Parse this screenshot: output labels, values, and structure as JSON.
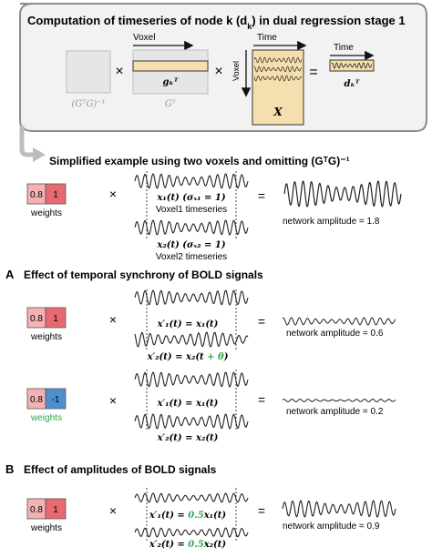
{
  "top_panel": {
    "title": "Computation of timeseries of node k (d",
    "title_sub": "k",
    "title_end": ") in dual regression stage 1",
    "voxel_label": "Voxel",
    "time_label": "Time",
    "time_label_2": "Time",
    "voxel_vertical_label": "Voxel",
    "gtg_inv_label": "(GᵀG)⁻¹",
    "gt_label": "Gᵀ",
    "gkt_label": "gₖᵀ",
    "x_label": "X",
    "dkt_label": "dₖᵀ",
    "times_symbol": "×",
    "equals_symbol": "="
  },
  "simplified": {
    "title": "Simplified example using two voxels and omitting (GᵀG)⁻¹",
    "weights": [
      "0.8",
      "1"
    ],
    "weights_label": "weights",
    "x1_label": "x₁(t) (σₓ₁ = 1)",
    "x1_caption": "Voxel1 timeseries",
    "x2_label": "x₂(t) (σₓ₂ = 1)",
    "x2_caption": "Voxel2 timeseries",
    "result": "network amplitude = 1.8"
  },
  "section_a": {
    "letter": "A",
    "title": "Effect of temporal synchrony of BOLD signals",
    "case1": {
      "weights": [
        "0.8",
        "1"
      ],
      "weights_label": "weights",
      "x1_label": "x′₁(t) = x₁(t)",
      "x2_label_pre": "x′₂(t) = x₂(t ",
      "x2_label_green": "+ θ",
      "x2_label_post": ")",
      "result": "network amplitude = 0.6"
    },
    "case2": {
      "weights": [
        "0.8",
        "-1"
      ],
      "weights_label": "weights",
      "x1_label": "x′₁(t) = x₁(t)",
      "x2_label": "x′₂(t) = x₂(t)",
      "result": "network amplitude = 0.2"
    }
  },
  "section_b": {
    "letter": "B",
    "title": "Effect of amplitudes of BOLD signals",
    "weights": [
      "0.8",
      "1"
    ],
    "weights_label": "weights",
    "x1_label_pre": "x′₁(t) = ",
    "x1_label_green": "0.5",
    "x1_label_post": "x₁(t)",
    "x2_label_pre": "x′₂(t) = ",
    "x2_label_green": "0.5",
    "x2_label_post": "x₂(t)",
    "result": "network amplitude = 0.9"
  },
  "colors": {
    "weight_light": "#f3b2b4",
    "weight_dark": "#e86a70",
    "weight_blue": "#4f8fd0",
    "green_text": "#2ea84a",
    "panel_fill": "#f2f2f2",
    "panel_border": "#8c8c8c",
    "matrix_tan": "#f6dfae"
  }
}
